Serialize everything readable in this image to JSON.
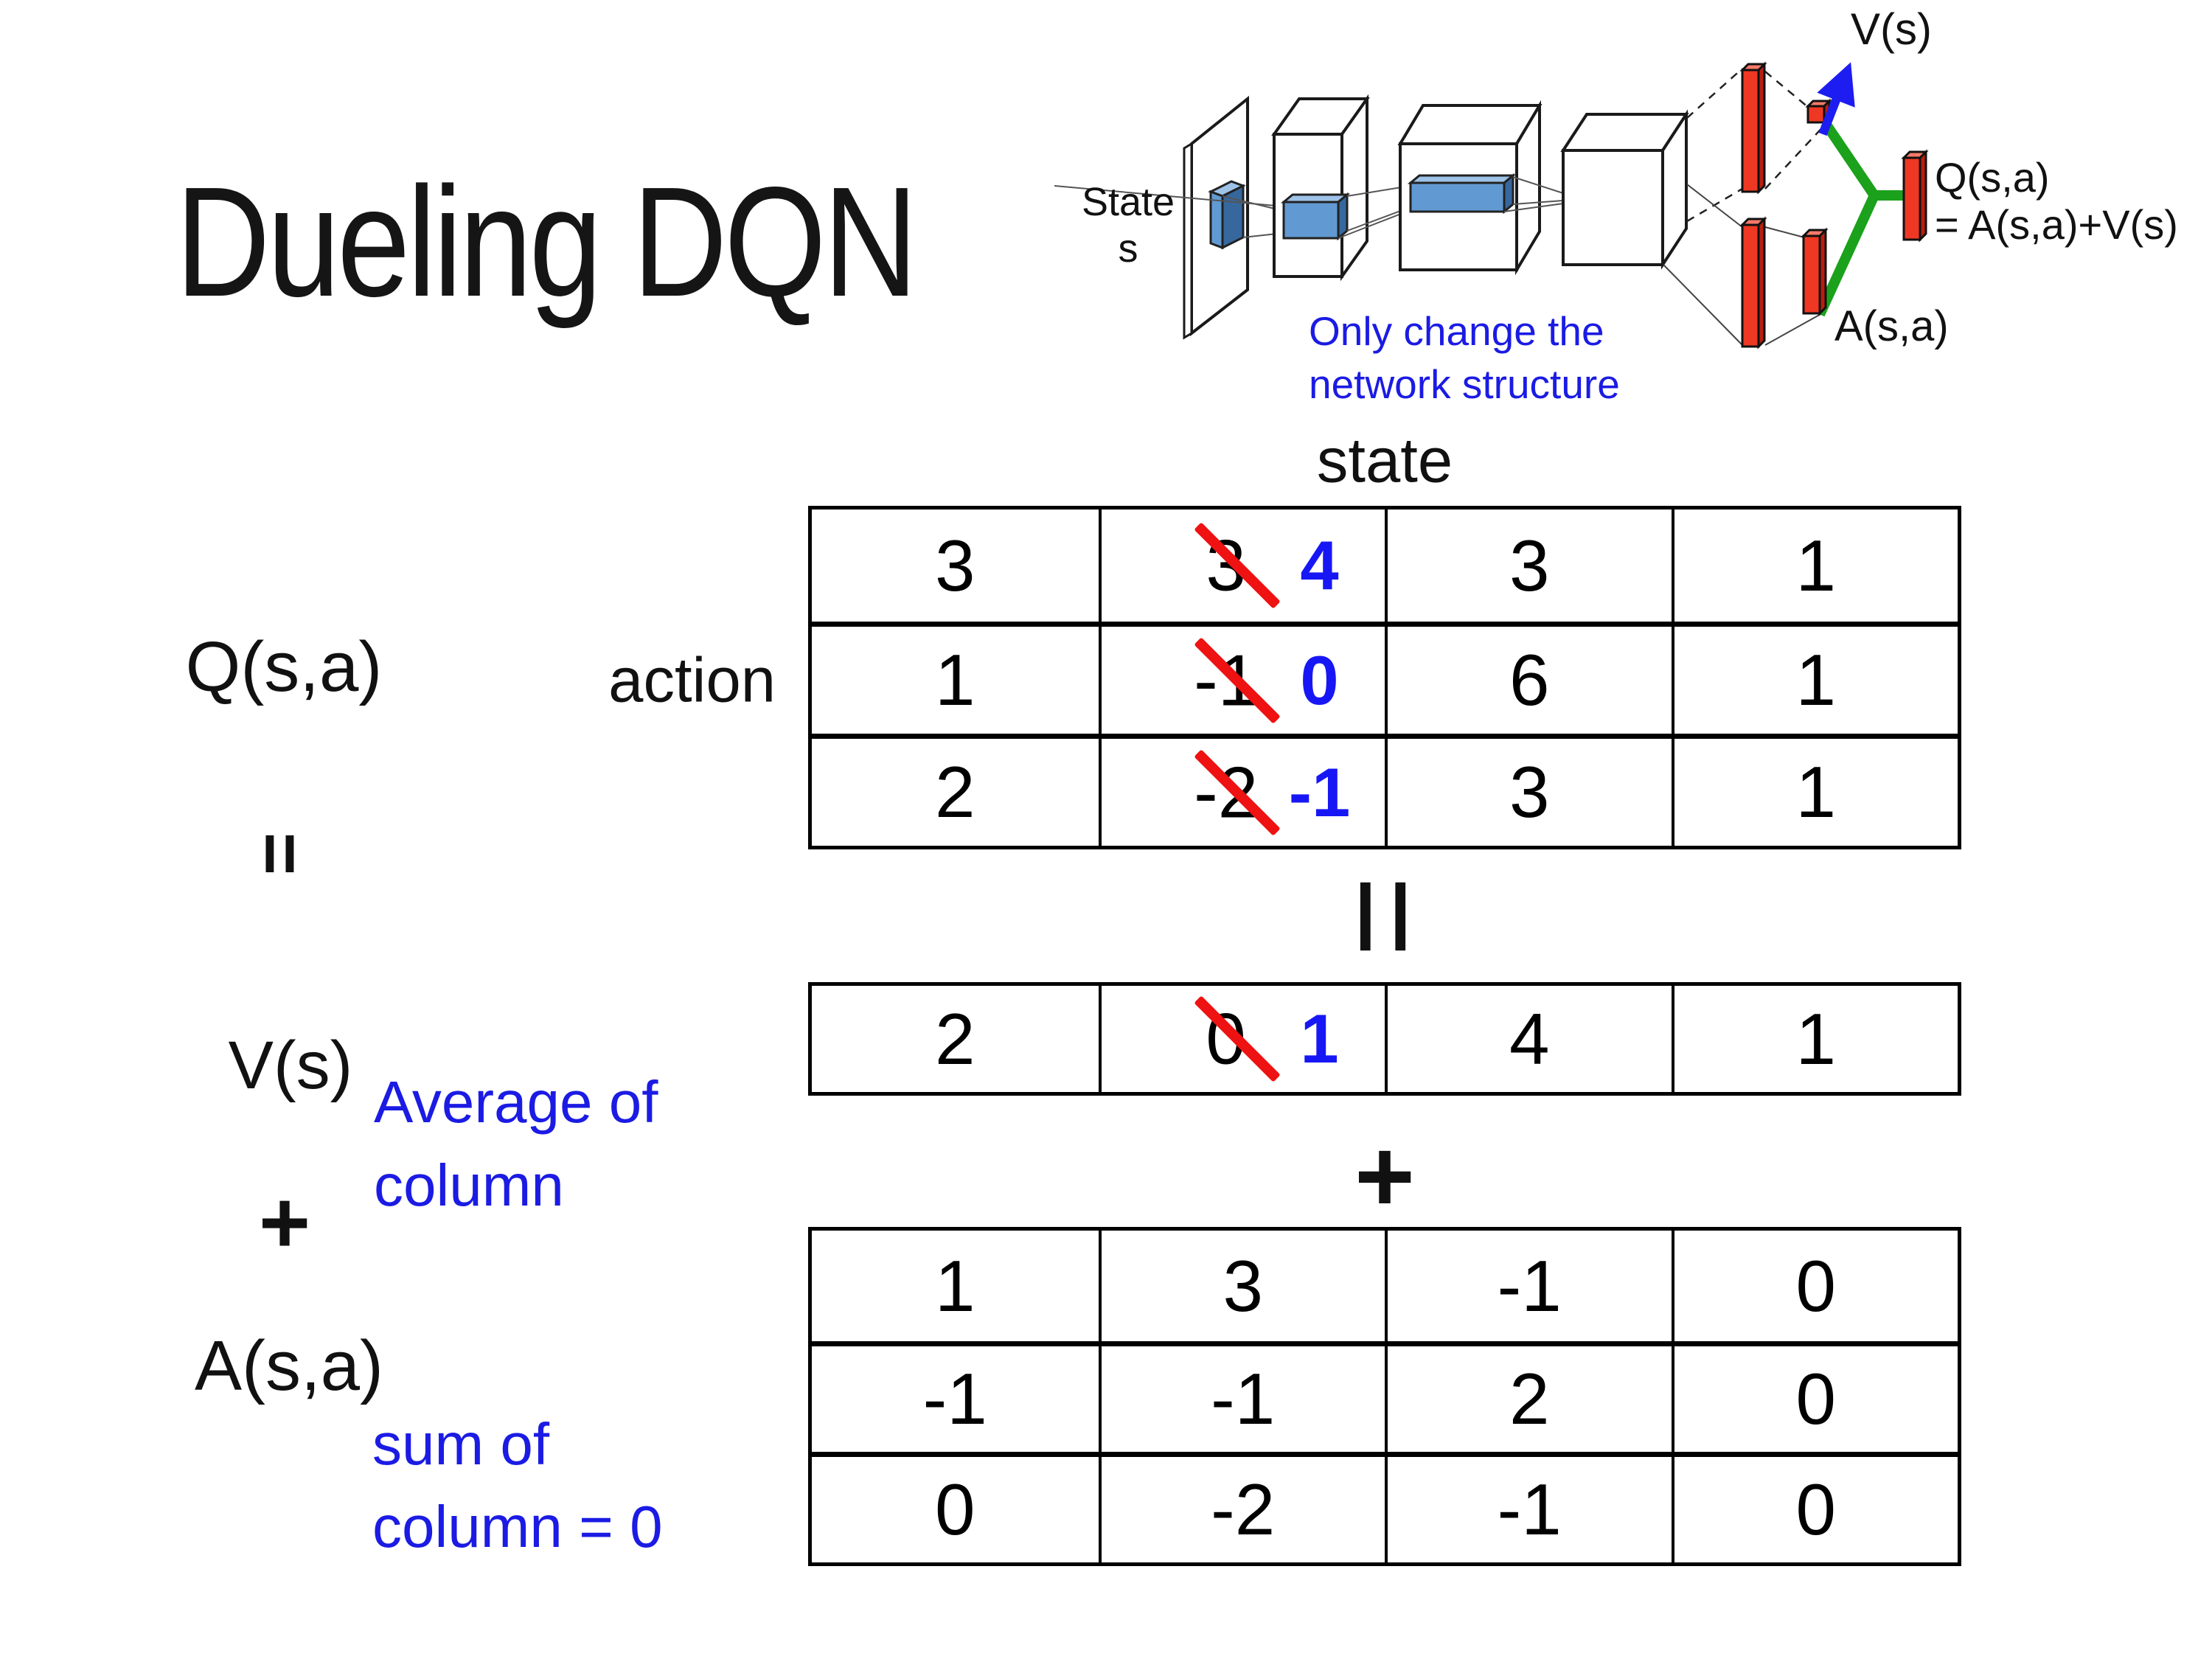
{
  "slide": {
    "title": "Dueling DQN",
    "background": "#ffffff"
  },
  "diagram": {
    "state_label_line1": "State",
    "state_label_line2": "s",
    "note_line1": "Only change the",
    "note_line2": "network structure",
    "v_output_label": "V(s)",
    "a_output_label": "A(s,a)",
    "q_output_label_line1": "Q(s,a)",
    "q_output_label_line2": "= A(s,a)+V(s)"
  },
  "equation": {
    "q_label": "Q(s,a)",
    "equals_left": "=",
    "v_label": "V(s)",
    "plus_left": "+",
    "a_label": "A(s,a)",
    "action_label": "action",
    "state_label": "state",
    "equals_mid": "=",
    "plus_mid": "+",
    "avg_note_line1": "Average of",
    "avg_note_line2": "column",
    "sum_note_line1": "sum of",
    "sum_note_line2": "column = 0"
  },
  "q_table": {
    "rows": [
      [
        {
          "value": "3"
        },
        {
          "old": "3",
          "new": "4"
        },
        {
          "value": "3"
        },
        {
          "value": "1"
        }
      ],
      [
        {
          "value": "1"
        },
        {
          "old": "-1",
          "new": "0"
        },
        {
          "value": "6"
        },
        {
          "value": "1"
        }
      ],
      [
        {
          "value": "2"
        },
        {
          "old": "-2",
          "new": "-1"
        },
        {
          "value": "3"
        },
        {
          "value": "1"
        }
      ]
    ]
  },
  "v_table": {
    "rows": [
      [
        {
          "value": "2"
        },
        {
          "old": "0",
          "new": "1"
        },
        {
          "value": "4"
        },
        {
          "value": "1"
        }
      ]
    ]
  },
  "a_table": {
    "rows": [
      [
        {
          "value": "1"
        },
        {
          "value": "3"
        },
        {
          "value": "-1"
        },
        {
          "value": "0"
        }
      ],
      [
        {
          "value": "-1"
        },
        {
          "value": "-1"
        },
        {
          "value": "2"
        },
        {
          "value": "0"
        }
      ],
      [
        {
          "value": "0"
        },
        {
          "value": "-2"
        },
        {
          "value": "-1"
        },
        {
          "value": "0"
        }
      ]
    ]
  },
  "colors": {
    "accent_blue": "#1717f5",
    "note_blue": "#1b1be4",
    "strike_red": "#ee1212",
    "bar_red": "#ee3823",
    "green": "#1ba11b",
    "conv_blue": "#619ad3"
  }
}
